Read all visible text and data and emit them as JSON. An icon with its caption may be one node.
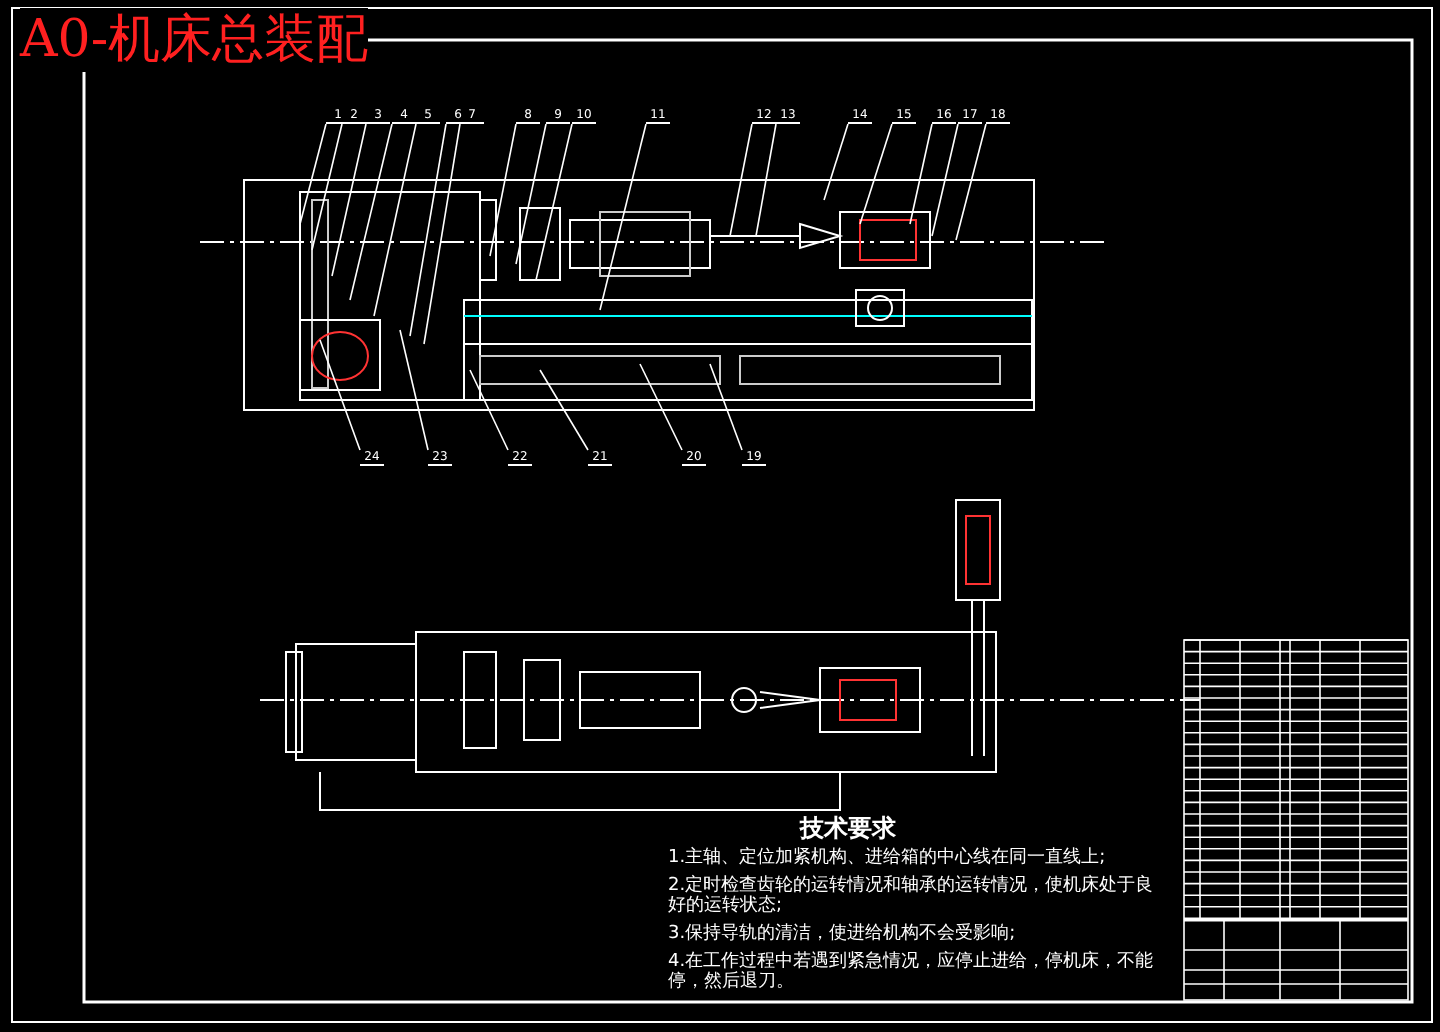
{
  "diagram": {
    "title": "A0-机床总装配",
    "nodes": [
      {
        "text": [
          "1"
        ]
      },
      {
        "text": [
          "2"
        ]
      },
      {
        "text": [
          "3"
        ]
      },
      {
        "text": [
          "4"
        ]
      },
      {
        "text": [
          "5"
        ]
      },
      {
        "text": [
          "6"
        ]
      },
      {
        "text": [
          "7"
        ]
      },
      {
        "text": [
          "8"
        ]
      },
      {
        "text": [
          "9"
        ]
      },
      {
        "text": [
          "10"
        ]
      },
      {
        "text": [
          "11"
        ]
      },
      {
        "text": [
          "12"
        ]
      },
      {
        "text": [
          "13"
        ]
      },
      {
        "text": [
          "14"
        ]
      },
      {
        "text": [
          "15"
        ]
      },
      {
        "text": [
          "16"
        ]
      },
      {
        "text": [
          "17"
        ]
      },
      {
        "text": [
          "18"
        ]
      },
      {
        "text": [
          "24"
        ]
      },
      {
        "text": [
          "23"
        ]
      },
      {
        "text": [
          "22"
        ]
      },
      {
        "text": [
          "21"
        ]
      },
      {
        "text": [
          "20"
        ]
      },
      {
        "text": [
          "19"
        ]
      }
    ],
    "edges": [
      {
        "from": 0,
        "to": null,
        "arrow": "none"
      },
      {
        "from": 1,
        "to": null,
        "arrow": "none"
      },
      {
        "from": 2,
        "to": null,
        "arrow": "none"
      },
      {
        "from": 3,
        "to": null,
        "arrow": "none"
      },
      {
        "from": 4,
        "to": null,
        "arrow": "none"
      },
      {
        "from": 5,
        "to": null,
        "arrow": "none"
      },
      {
        "from": 6,
        "to": null,
        "arrow": "none"
      },
      {
        "from": 7,
        "to": null,
        "arrow": "none"
      },
      {
        "from": 8,
        "to": null,
        "arrow": "none"
      },
      {
        "from": 9,
        "to": null,
        "arrow": "none"
      },
      {
        "from": 10,
        "to": null,
        "arrow": "none"
      },
      {
        "from": 11,
        "to": null,
        "arrow": "none"
      },
      {
        "from": 12,
        "to": null,
        "arrow": "none"
      },
      {
        "from": 13,
        "to": null,
        "arrow": "none"
      },
      {
        "from": 14,
        "to": null,
        "arrow": "none"
      },
      {
        "from": 15,
        "to": null,
        "arrow": "none"
      },
      {
        "from": 16,
        "to": null,
        "arrow": "none"
      },
      {
        "from": 17,
        "to": null,
        "arrow": "none"
      },
      {
        "from": 18,
        "to": null,
        "arrow": "none"
      },
      {
        "from": 19,
        "to": null,
        "arrow": "none"
      },
      {
        "from": 20,
        "to": null,
        "arrow": "none"
      },
      {
        "from": 21,
        "to": null,
        "arrow": "none"
      },
      {
        "from": 22,
        "to": null,
        "arrow": "none"
      },
      {
        "from": 23,
        "to": null,
        "arrow": "none"
      }
    ],
    "labels": [
      "技术要求",
      "1.主轴、定位加紧机构、进给箱的中心线在同一直线上;",
      "2.定时检查齿轮的运转情况和轴承的运转情况，使机床处于良好的运转状态;",
      "3.保持导轨的清洁，使进给机构不会受影响;",
      "4.在工作过程中若遇到紧急情况，应停止进给，停机床，不能停，然后退刀。"
    ]
  }
}
